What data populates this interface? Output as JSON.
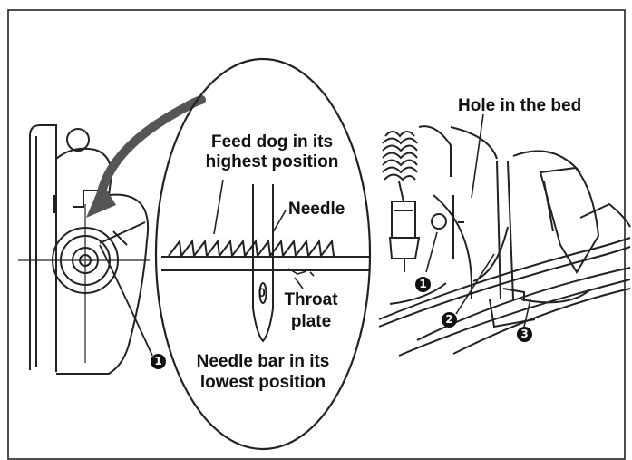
{
  "labels": {
    "feed_dog": "Feed dog in its highest position",
    "needle": "Needle",
    "throat_plate": "Throat plate",
    "needle_bar": "Needle bar in its lowest position",
    "hole_in_bed": "Hole in the bed",
    "o_mark": "0"
  },
  "callouts": {
    "one": "1",
    "two": "2",
    "three": "3"
  }
}
